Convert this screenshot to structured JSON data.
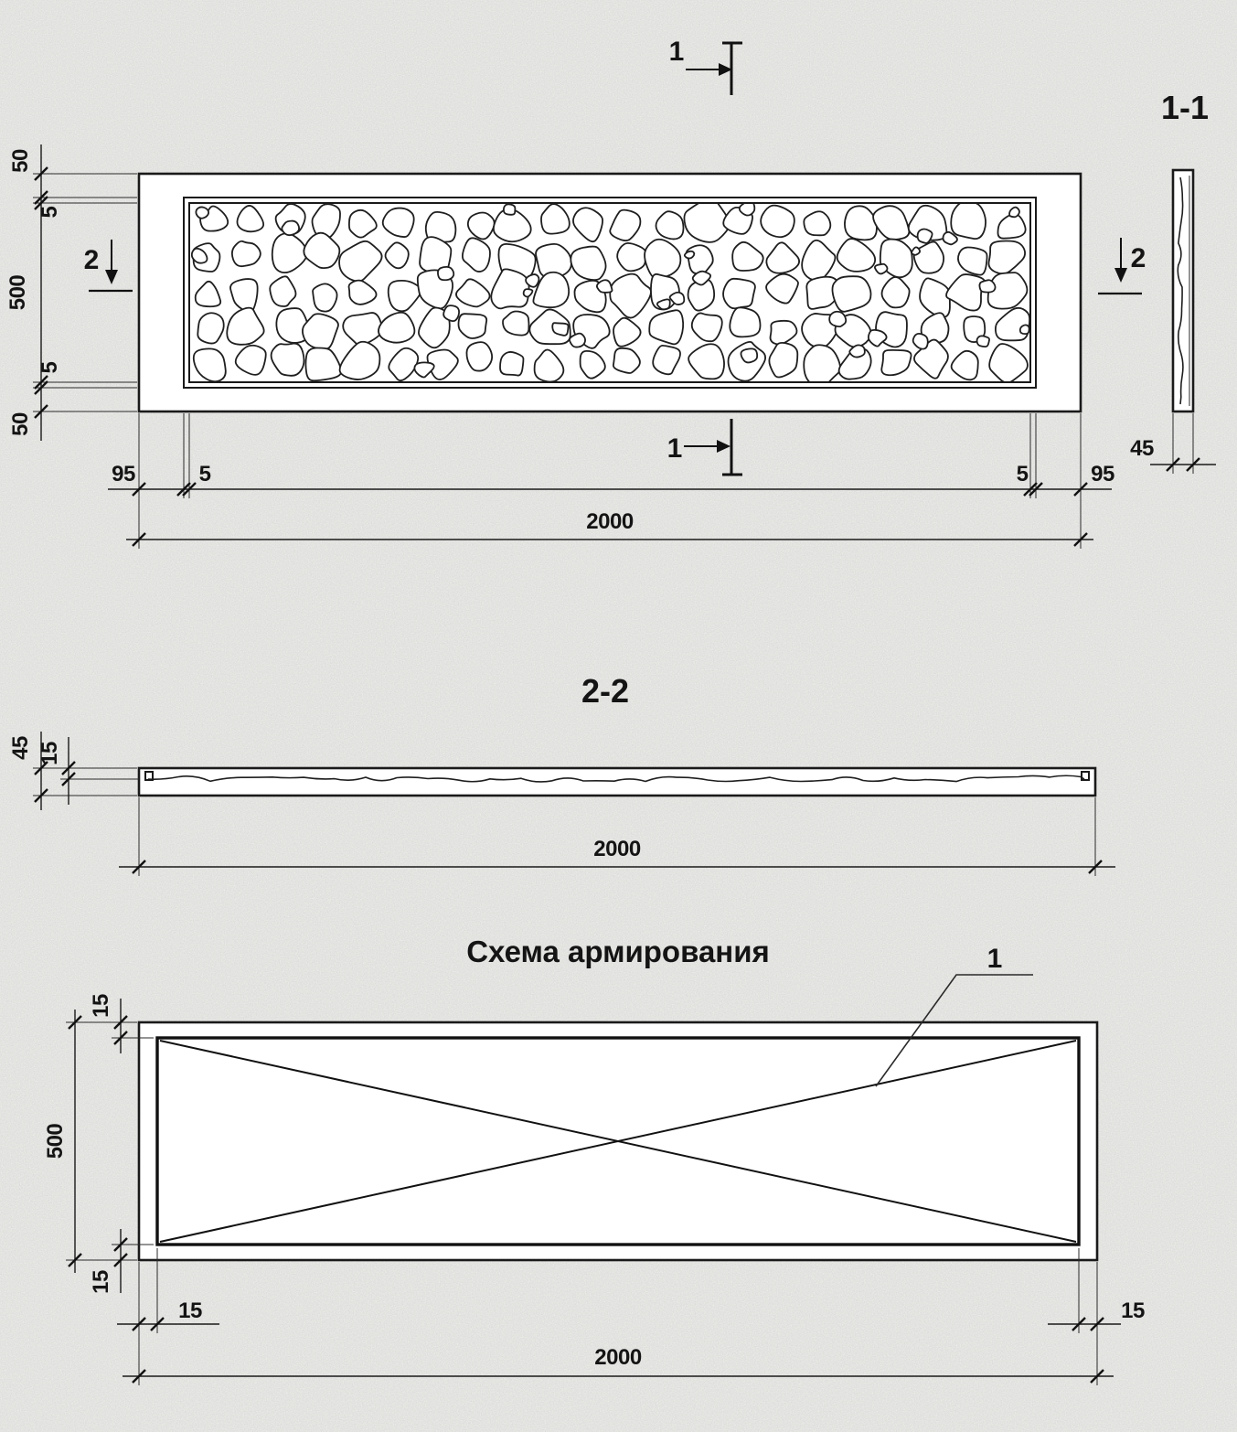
{
  "drawing": {
    "colors": {
      "ink": "#1a1a1a",
      "paper": "#fbfbf8"
    },
    "main_view": {
      "section_mark_1": "1",
      "section_mark_2": "2",
      "dims_left": [
        "50",
        "5",
        "500",
        "5",
        "50"
      ],
      "dims_bottom": [
        "95",
        "5",
        "2000",
        "5",
        "95"
      ]
    },
    "section_1_1": {
      "title": "1-1",
      "dim_width": "45"
    },
    "section_2_2": {
      "title": "2-2",
      "dim_height": "45",
      "dim_relief": "15",
      "dim_length": "2000"
    },
    "reinforcement": {
      "title": "Схема армирования",
      "leader_label": "1",
      "dims_left": [
        "15",
        "500",
        "15"
      ],
      "dims_bottom": [
        "15",
        "2000",
        "15"
      ]
    }
  }
}
